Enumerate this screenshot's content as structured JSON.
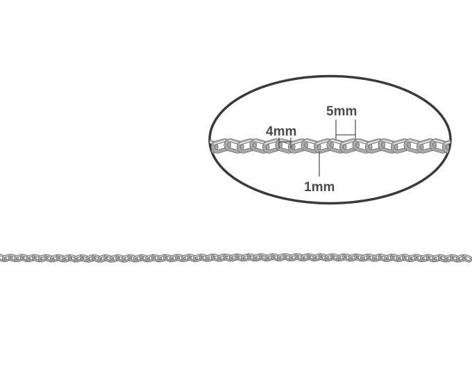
{
  "labels": {
    "width_outer": "5mm",
    "width_inner": "4mm",
    "thickness": "1mm"
  },
  "colors": {
    "background": "#ffffff",
    "metal_light": "#e6e6e6",
    "metal_mid": "#a8a8a8",
    "metal_dark": "#5c5c5c",
    "outline": "#3a3a3a",
    "dimension_line": "#555555"
  }
}
